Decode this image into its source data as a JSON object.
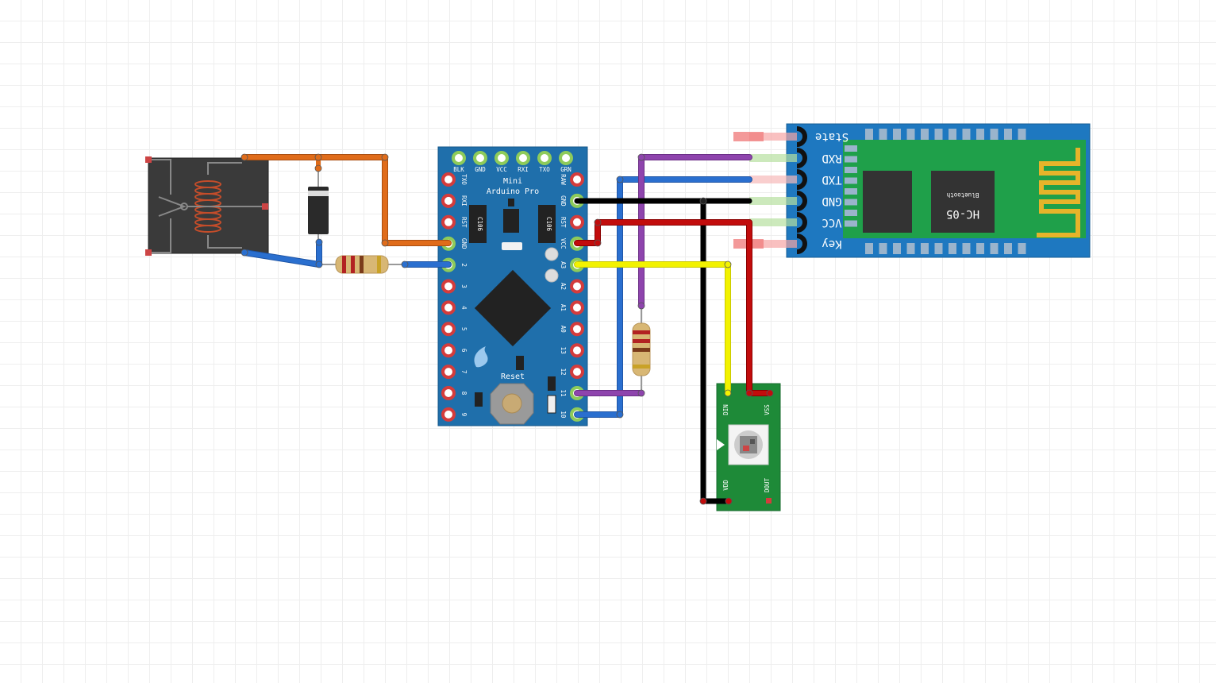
{
  "colors": {
    "board_blue": "#1f6fab",
    "hc05_blue": "#1e78c0",
    "ws_green": "#1e8a38",
    "wire_orange": "#e06c1a",
    "wire_blue": "#2a6fcf",
    "wire_purple": "#8e44ad",
    "wire_black": "#1a1a1a",
    "wire_red": "#c20c0c",
    "wire_yellow": "#f2f200",
    "pin_red": "#d43c3c",
    "pin_green": "#8ecb5a"
  },
  "arduino": {
    "title_line1": "Mini",
    "title_line2": "Arduino Pro",
    "reset_label": "Reset",
    "top_pins": [
      "BLK",
      "GND",
      "VCC",
      "RXI",
      "TXO",
      "GRN"
    ],
    "left_pins": [
      "TXO",
      "RXI",
      "RST",
      "GND",
      "2",
      "3",
      "4",
      "5",
      "6",
      "7",
      "8",
      "9"
    ],
    "right_pins": [
      "RAW",
      "GND",
      "RST",
      "VCC",
      "A3",
      "A2",
      "A1",
      "A0",
      "13",
      "12",
      "11",
      "10"
    ],
    "cap_label": "C106"
  },
  "hc05": {
    "pins": [
      "State",
      "RXD",
      "TXD",
      "GND",
      "VCC",
      "Key"
    ],
    "module_name": "HC-05",
    "module_sub": "Bluetooth"
  },
  "ws2812": {
    "pins": [
      "DIN",
      "VSS",
      "VDD",
      "DOUT"
    ]
  },
  "components": {
    "relay": "relay",
    "diode": "diode",
    "resistor_1": "resistor",
    "resistor_2": "resistor"
  }
}
